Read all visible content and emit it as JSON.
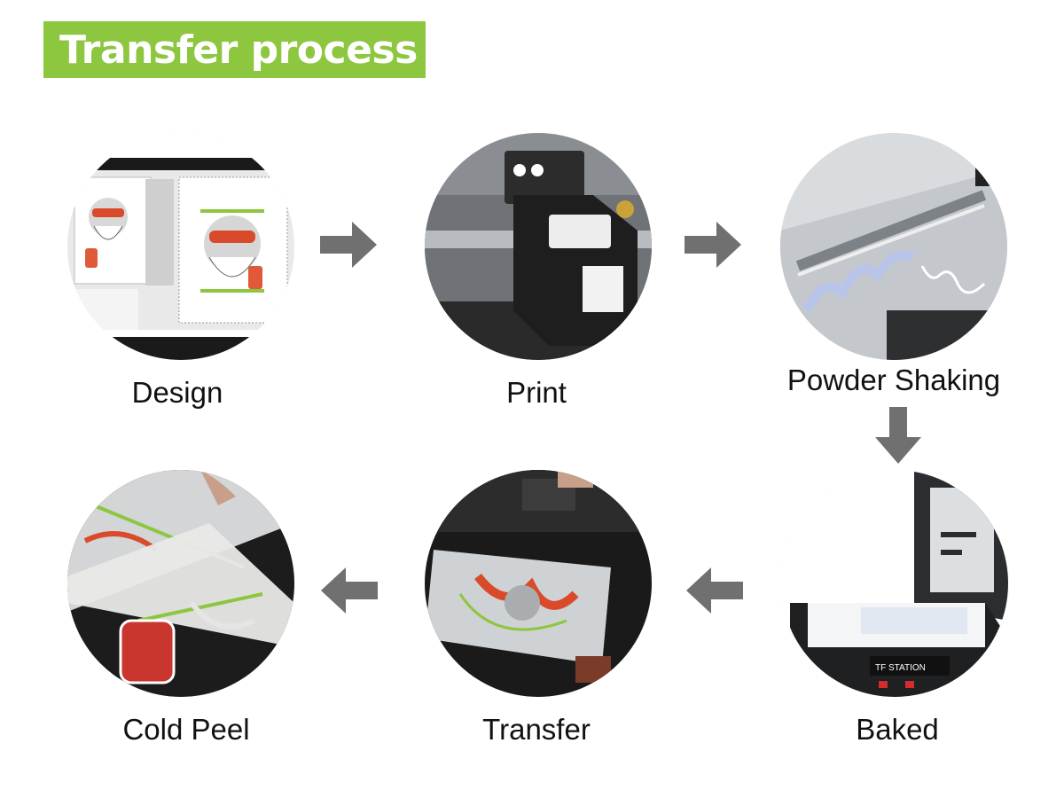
{
  "title": "Transfer process",
  "colors": {
    "banner": "#8dc63f",
    "arrow": "#707070",
    "text": "#111111"
  },
  "steps": [
    {
      "label": "Design",
      "icon": "design-software-photo"
    },
    {
      "label": "Print",
      "icon": "printer-photo"
    },
    {
      "label": "Powder Shaking",
      "icon": "powder-shaker-photo"
    },
    {
      "label": "Baked",
      "icon": "oven-photo"
    },
    {
      "label": "Transfer",
      "icon": "heat-press-photo"
    },
    {
      "label": "Cold Peel",
      "icon": "peeling-film-photo"
    }
  ],
  "oven_brand": "TF STATION"
}
